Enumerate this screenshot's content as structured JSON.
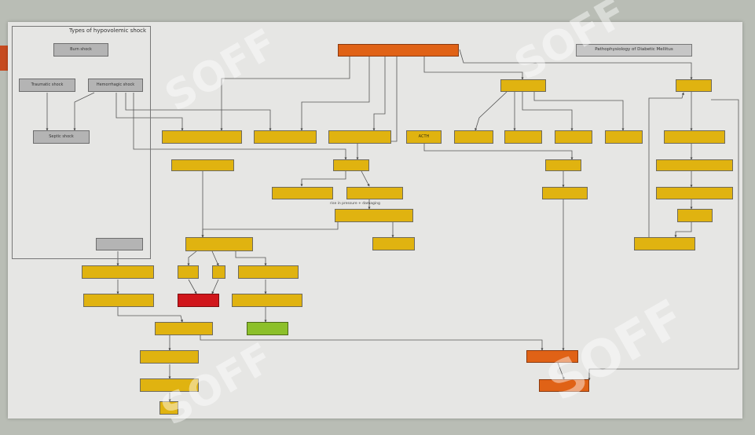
{
  "group": {
    "title": "Types of hypovolemic shock"
  },
  "header_ref": "Pathophysiology of Diabetic Mellitus",
  "notes": {
    "pressure_note": "rise in pressure + damaging"
  },
  "watermark": "SOFF",
  "colors": {
    "yellow": "#e0b310",
    "gray": "#b4b4b4",
    "orange": "#e06216",
    "red": "#d0161b",
    "green": "#8cc02a",
    "background": "#e6e6e4"
  },
  "nodes": {
    "burn": "Burn shock",
    "trauma": "Traumatic shock",
    "hemorrhagic": "Hemorrhagic shock",
    "septic": "Septic shock",
    "top_main": "",
    "perfusion": "",
    "atp": "",
    "erythrocytes": "",
    "actiii": "ACTH",
    "glucagon": "",
    "glycogenolysis": "",
    "aldosterone": "",
    "gluconeo": "",
    "shock_chain_top": "",
    "shock_chain_2": "",
    "shock_chain_3": "",
    "shock_chain_4": "",
    "shock_chain_5": "",
    "shock_chain_6": "",
    "blood_flow": "",
    "rbc": "",
    "rbc_left": "",
    "rbc_right": "",
    "pressure_damage": "",
    "leukocytes": "",
    "cardiac": "",
    "cardiac_a": "",
    "cardiac_b": "",
    "cardiac_c": "",
    "cardiac_red": "",
    "cardiac_d": "",
    "green_result": "",
    "fluid_shift": "",
    "ca_block": "",
    "hypoxia": "",
    "renal": "",
    "lactic": "",
    "death": "",
    "sodium": "",
    "hemo_right": "",
    "organ_fail": "",
    "multi_organ": ""
  }
}
